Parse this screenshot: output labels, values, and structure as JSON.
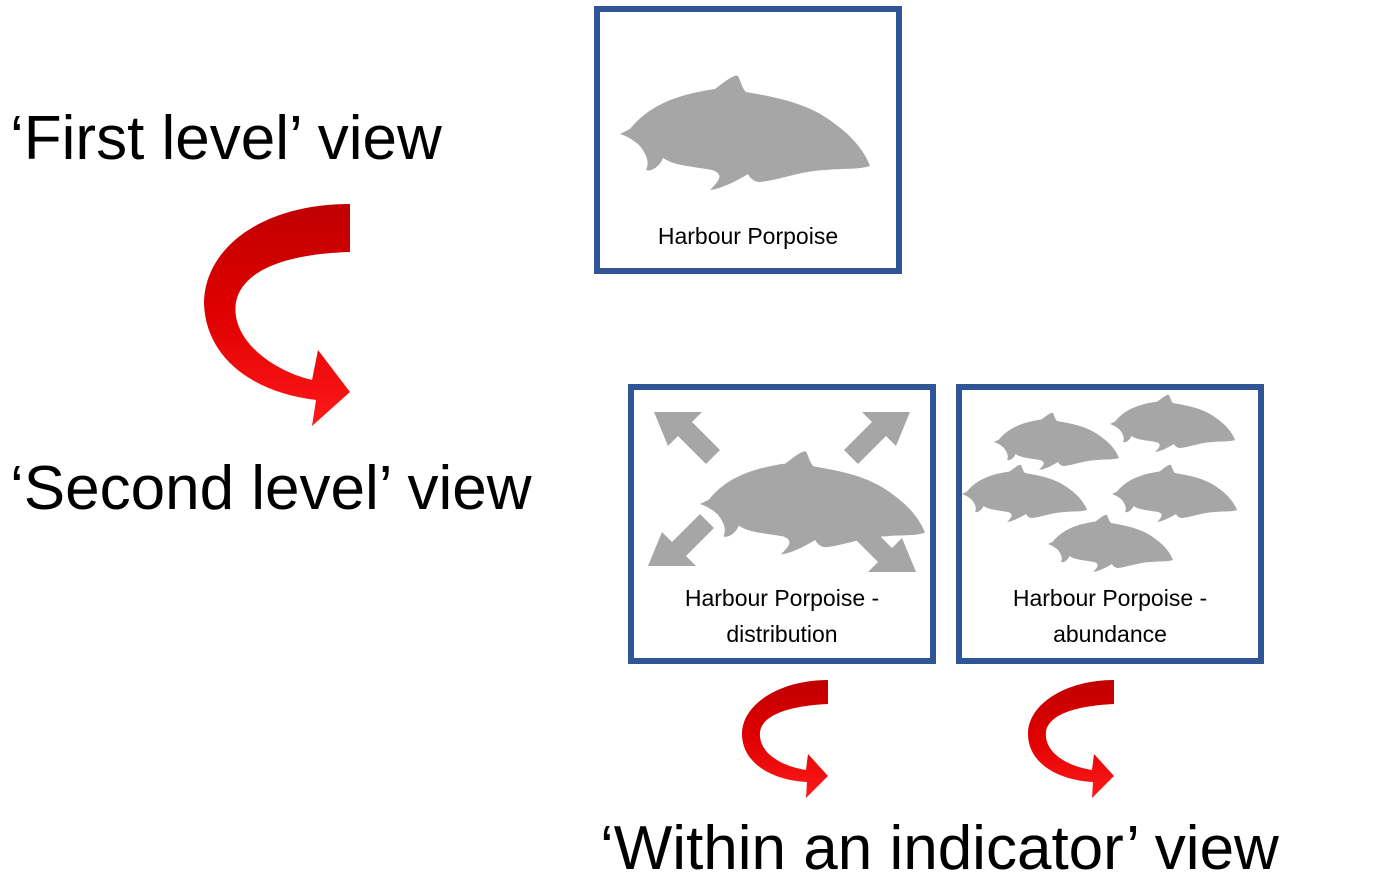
{
  "labels": {
    "first_level": "‘First level’ view",
    "second_level": "‘Second level’ view",
    "within_indicator": "‘Within an indicator’ view"
  },
  "panels": {
    "top": {
      "caption": "Harbour Porpoise",
      "icon": "porpoise-icon"
    },
    "distribution": {
      "caption_line1": "Harbour Porpoise -",
      "caption_line2": "distribution",
      "icon": "porpoise-with-arrows-icon"
    },
    "abundance": {
      "caption_line1": "Harbour Porpoise -",
      "caption_line2": "abundance",
      "icon": "porpoise-group-icon"
    }
  },
  "colors": {
    "panel_border": "#2f5597",
    "silhouette": "#a6a6a6",
    "arrow_red": "#ff0000",
    "arrow_dark_red": "#c00000",
    "text": "#000000"
  }
}
